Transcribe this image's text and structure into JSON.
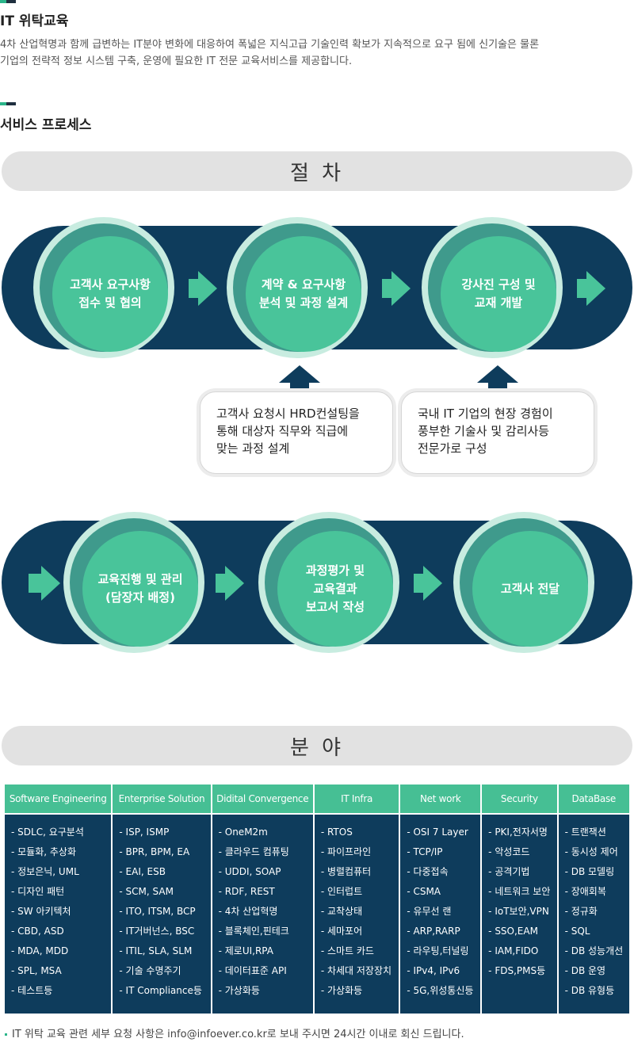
{
  "intro": {
    "title": "IT 위탁교육",
    "line1": "4차 산업혁명과 함께 급변하는 IT분야 변화에 대응하여 폭넓은 지식고급 기술인력 확보가 지속적으로 요구 됨에 신기술은 물론",
    "line2": "기업의 전략적 정보 시스템 구축, 운영에 필요한 IT 전문 교육서비스를 제공합니다."
  },
  "process": {
    "title": "서비스 프로세스",
    "header": "절 차",
    "steps": [
      "고객사 요구사항\n접수 및 협의",
      "계약 & 요구사항\n분석 및 과정 설계",
      "강사진 구성 및\n교재 개발",
      "교육진행 및 관리\n(담장자 배정)",
      "과정평가 및\n교육결과\n보고서 작성",
      "고객사 전달"
    ],
    "notes": [
      "고객사 요청시 HRD컨설팅을\n통해 대상자 직무와 직급에\n맞는 과정 설계",
      "국내 IT 기업의 현장 경험이\n풍부한 기술사 및 감리사등\n전문가로 구성"
    ]
  },
  "fields": {
    "header": "분 야",
    "columns": [
      {
        "title": "Software Engineering",
        "items": [
          "- SDLC, 요구분석",
          "- 모듈화, 추상화",
          "- 정보은닉, UML",
          "- 디자인 패턴",
          "- SW 아키텍처",
          "- CBD, ASD",
          "- MDA, MDD",
          "- SPL, MSA",
          "- 테스트등"
        ]
      },
      {
        "title": "Enterprise Solution",
        "items": [
          "- ISP, ISMP",
          "- BPR, BPM, EA",
          "- EAI, ESB",
          "- SCM, SAM",
          "- ITO, ITSM, BCP",
          "- IT거버넌스, BSC",
          "- ITIL, SLA, SLM",
          "- 기술 수명주기",
          "- IT Compliance등"
        ]
      },
      {
        "title": "Didital Convergence",
        "items": [
          "- OneM2m",
          "- 클라우드 컴퓨팅",
          "- UDDI, SOAP",
          "- RDF, REST",
          "- 4차 산업혁명",
          "- 블록체인,핀테크",
          "- 제로UI,RPA",
          "- 데이터표준 API",
          "- 가상화등"
        ]
      },
      {
        "title": "IT Infra",
        "items": [
          "- RTOS",
          "- 파이프라인",
          "- 병렬컴퓨터",
          "- 인터럽트",
          "- 교착상태",
          "- 세마포어",
          "- 스마트 카드",
          "- 차세대 저장장치",
          "- 가상화등"
        ]
      },
      {
        "title": "Net work",
        "items": [
          "- OSI 7 Layer",
          "- TCP/IP",
          "- 다중접속",
          "- CSMA",
          "- 유무선 랜",
          "- ARP,RARP",
          "- 라우팅,터널링",
          "- IPv4, IPv6",
          "- 5G,위성통신등"
        ]
      },
      {
        "title": "Security",
        "items": [
          "- PKI,전자서명",
          "- 악성코드",
          "- 공격기법",
          "- 네트워크 보안",
          "- IoT보안,VPN",
          "- SSO,EAM",
          "- IAM,FIDO",
          "- FDS,PMS등"
        ]
      },
      {
        "title": "DataBase",
        "items": [
          "- 트랜잭션",
          "- 동시성 제어",
          "- DB 모델링",
          "- 장애회복",
          "- 정규화",
          "- SQL",
          "- DB 성능개선",
          "- DB 운영",
          "- DB 유형등"
        ]
      }
    ]
  },
  "footer": "IT 위탁 교육 관련 세부 요청 사항은 info@infoever.co.kr로 보내 주시면 24시간 이내로 회신 드립니다.",
  "colors": {
    "accent_green": "#49c49a",
    "navy": "#0e3c5c",
    "header_green": "#46bf94"
  }
}
